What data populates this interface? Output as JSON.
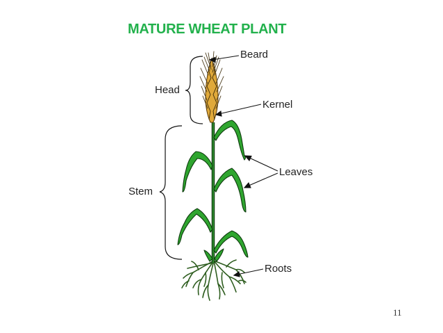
{
  "title": "MATURE WHEAT PLANT",
  "labels": {
    "beard": "Beard",
    "head": "Head",
    "kernel": "Kernel",
    "leaves": "Leaves",
    "stem": "Stem",
    "roots": "Roots"
  },
  "page_number": "11",
  "colors": {
    "title": "#22b14c",
    "leaf": "#2fa52f",
    "leaf_outline": "#0d3b0d",
    "stem": "#1f6b1f",
    "head": "#c8921e",
    "roots": "#2e5d1f",
    "line": "#111111"
  }
}
